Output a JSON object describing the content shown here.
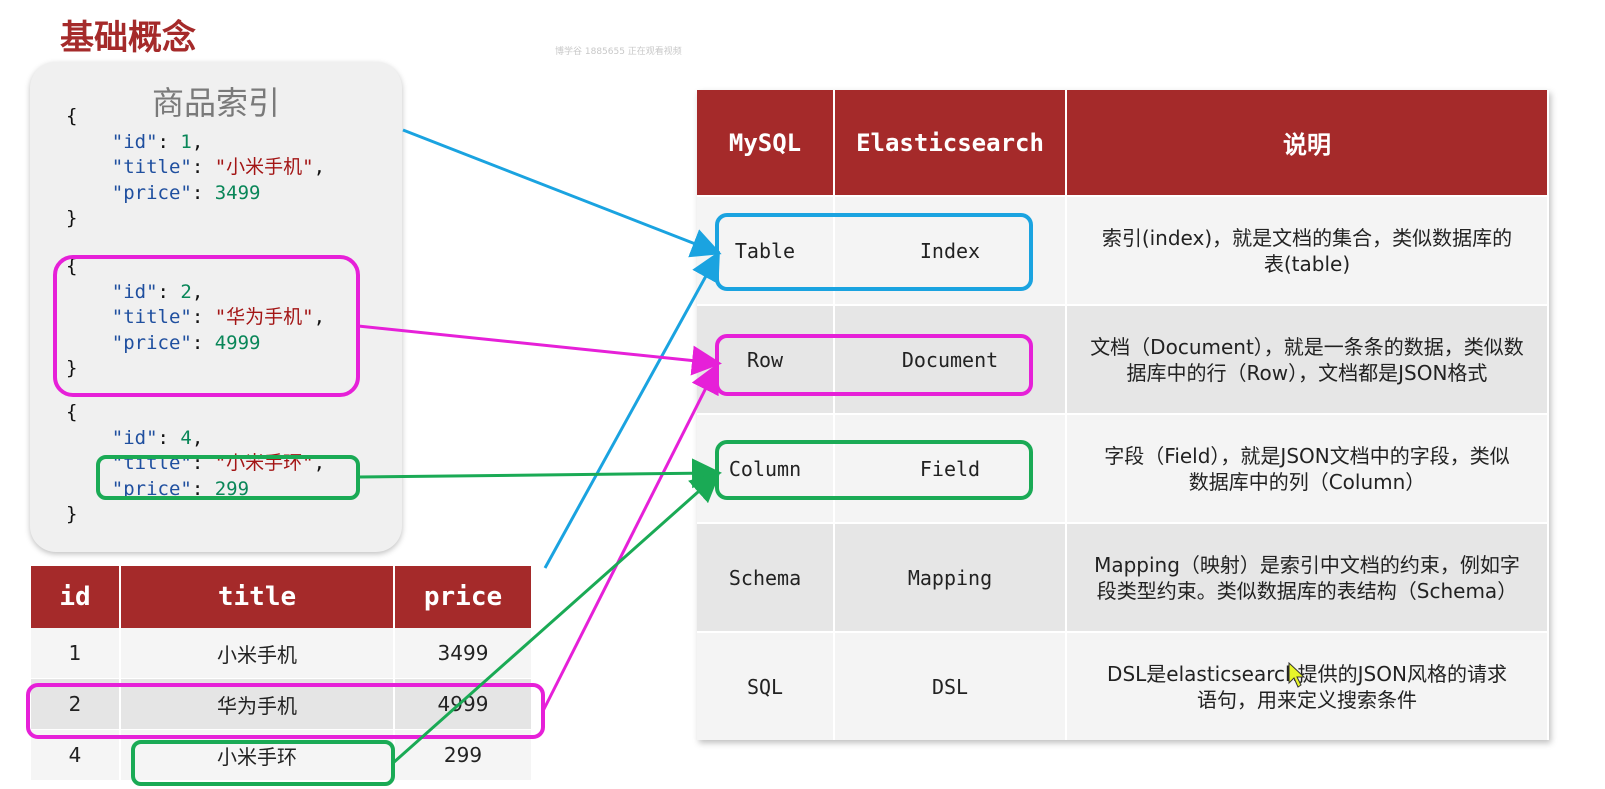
{
  "slide_title": "基础概念",
  "watermark": "博学谷 1885655 正在观看视频",
  "json_card": {
    "title": "商品索引",
    "docs": [
      {
        "id": "1",
        "title": "\"小米手机\"",
        "price": "3499"
      },
      {
        "id": "2",
        "title": "\"华为手机\"",
        "price": "4999"
      },
      {
        "id": "4",
        "title": "\"小米手环\"",
        "price": "299"
      }
    ],
    "keys": {
      "id": "\"id\"",
      "title": "\"title\"",
      "price": "\"price\""
    }
  },
  "left_table": {
    "headers": [
      "id",
      "title",
      "price"
    ],
    "rows": [
      [
        "1",
        "小米手机",
        "3499"
      ],
      [
        "2",
        "华为手机",
        "4999"
      ],
      [
        "4",
        "小米手环",
        "299"
      ]
    ]
  },
  "right_table": {
    "headers": [
      "MySQL",
      "Elasticsearch",
      "说明"
    ],
    "rows": [
      {
        "mysql": "Table",
        "es": "Index",
        "desc1": "索引(index)，就是文档的集合，类似数据库的",
        "desc2": "表(table)"
      },
      {
        "mysql": "Row",
        "es": "Document",
        "desc1": "文档（Document），就是一条条的数据，类似数",
        "desc2": "据库中的行（Row），文档都是JSON格式"
      },
      {
        "mysql": "Column",
        "es": "Field",
        "desc1": "字段（Field），就是JSON文档中的字段，类似",
        "desc2": "数据库中的列（Column）"
      },
      {
        "mysql": "Schema",
        "es": "Mapping",
        "desc1": "Mapping（映射）是索引中文档的约束，例如字",
        "desc2": "段类型约束。类似数据库的表结构（Schema）"
      },
      {
        "mysql": "SQL",
        "es": "DSL",
        "desc1": "DSL是elasticsearch提供的JSON风格的请求",
        "desc2": "语句，用来定义搜索条件"
      }
    ]
  },
  "colors": {
    "brand_red": "#a52a2a",
    "blue_arrow": "#1aa3e0",
    "magenta_arrow": "#e620d8",
    "green_arrow": "#1aaa55"
  },
  "icons": [
    "cursor-arrow-icon"
  ]
}
